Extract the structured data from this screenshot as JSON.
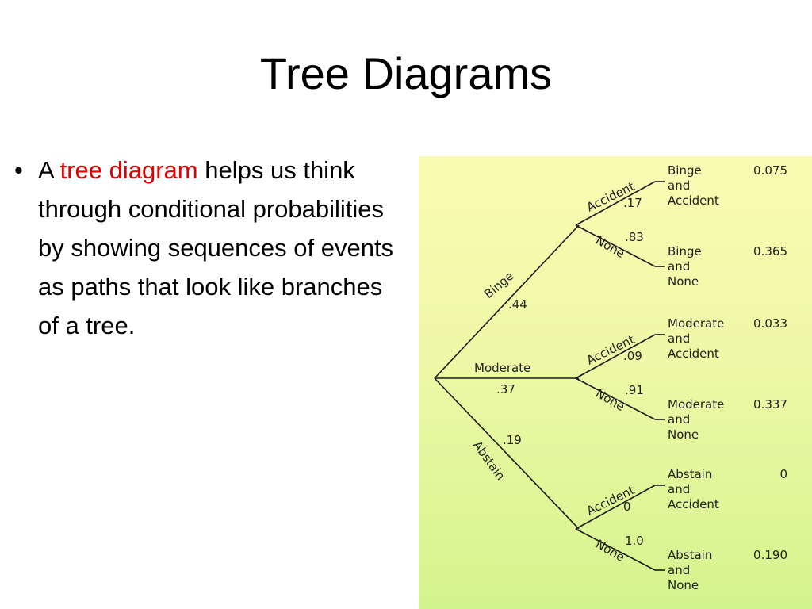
{
  "slide": {
    "title": "Tree Diagrams"
  },
  "bullet": {
    "prefix": "A",
    "term": "tree diagram",
    "rest": "helps us think through conditional probabilities by showing sequences of events as paths that look like branches of a tree."
  },
  "colors": {
    "highlight": "#e00000",
    "panel_top": "#fafbb3",
    "panel_bottom": "#d4f48e"
  },
  "tree": {
    "first_level": [
      {
        "label": "Binge",
        "probability": ".44"
      },
      {
        "label": "Moderate",
        "probability": ".37"
      },
      {
        "label": "Abstain",
        "probability": ".19"
      }
    ],
    "second_level": [
      {
        "parent": "Binge",
        "branches": [
          {
            "label": "Accident",
            "probability": ".17",
            "outcome": [
              "Binge",
              "and",
              "Accident"
            ],
            "joint": "0.075"
          },
          {
            "label": "None",
            "probability": ".83",
            "outcome": [
              "Binge",
              "and",
              "None"
            ],
            "joint": "0.365"
          }
        ]
      },
      {
        "parent": "Moderate",
        "branches": [
          {
            "label": "Accident",
            "probability": ".09",
            "outcome": [
              "Moderate",
              "and",
              "Accident"
            ],
            "joint": "0.033"
          },
          {
            "label": "None",
            "probability": ".91",
            "outcome": [
              "Moderate",
              "and",
              "None"
            ],
            "joint": "0.337"
          }
        ]
      },
      {
        "parent": "Abstain",
        "branches": [
          {
            "label": "Accident",
            "probability": "0",
            "outcome": [
              "Abstain",
              "and",
              "Accident"
            ],
            "joint": "0"
          },
          {
            "label": "None",
            "probability": "1.0",
            "outcome": [
              "Abstain",
              "and",
              "None"
            ],
            "joint": "0.190"
          }
        ]
      }
    ]
  }
}
